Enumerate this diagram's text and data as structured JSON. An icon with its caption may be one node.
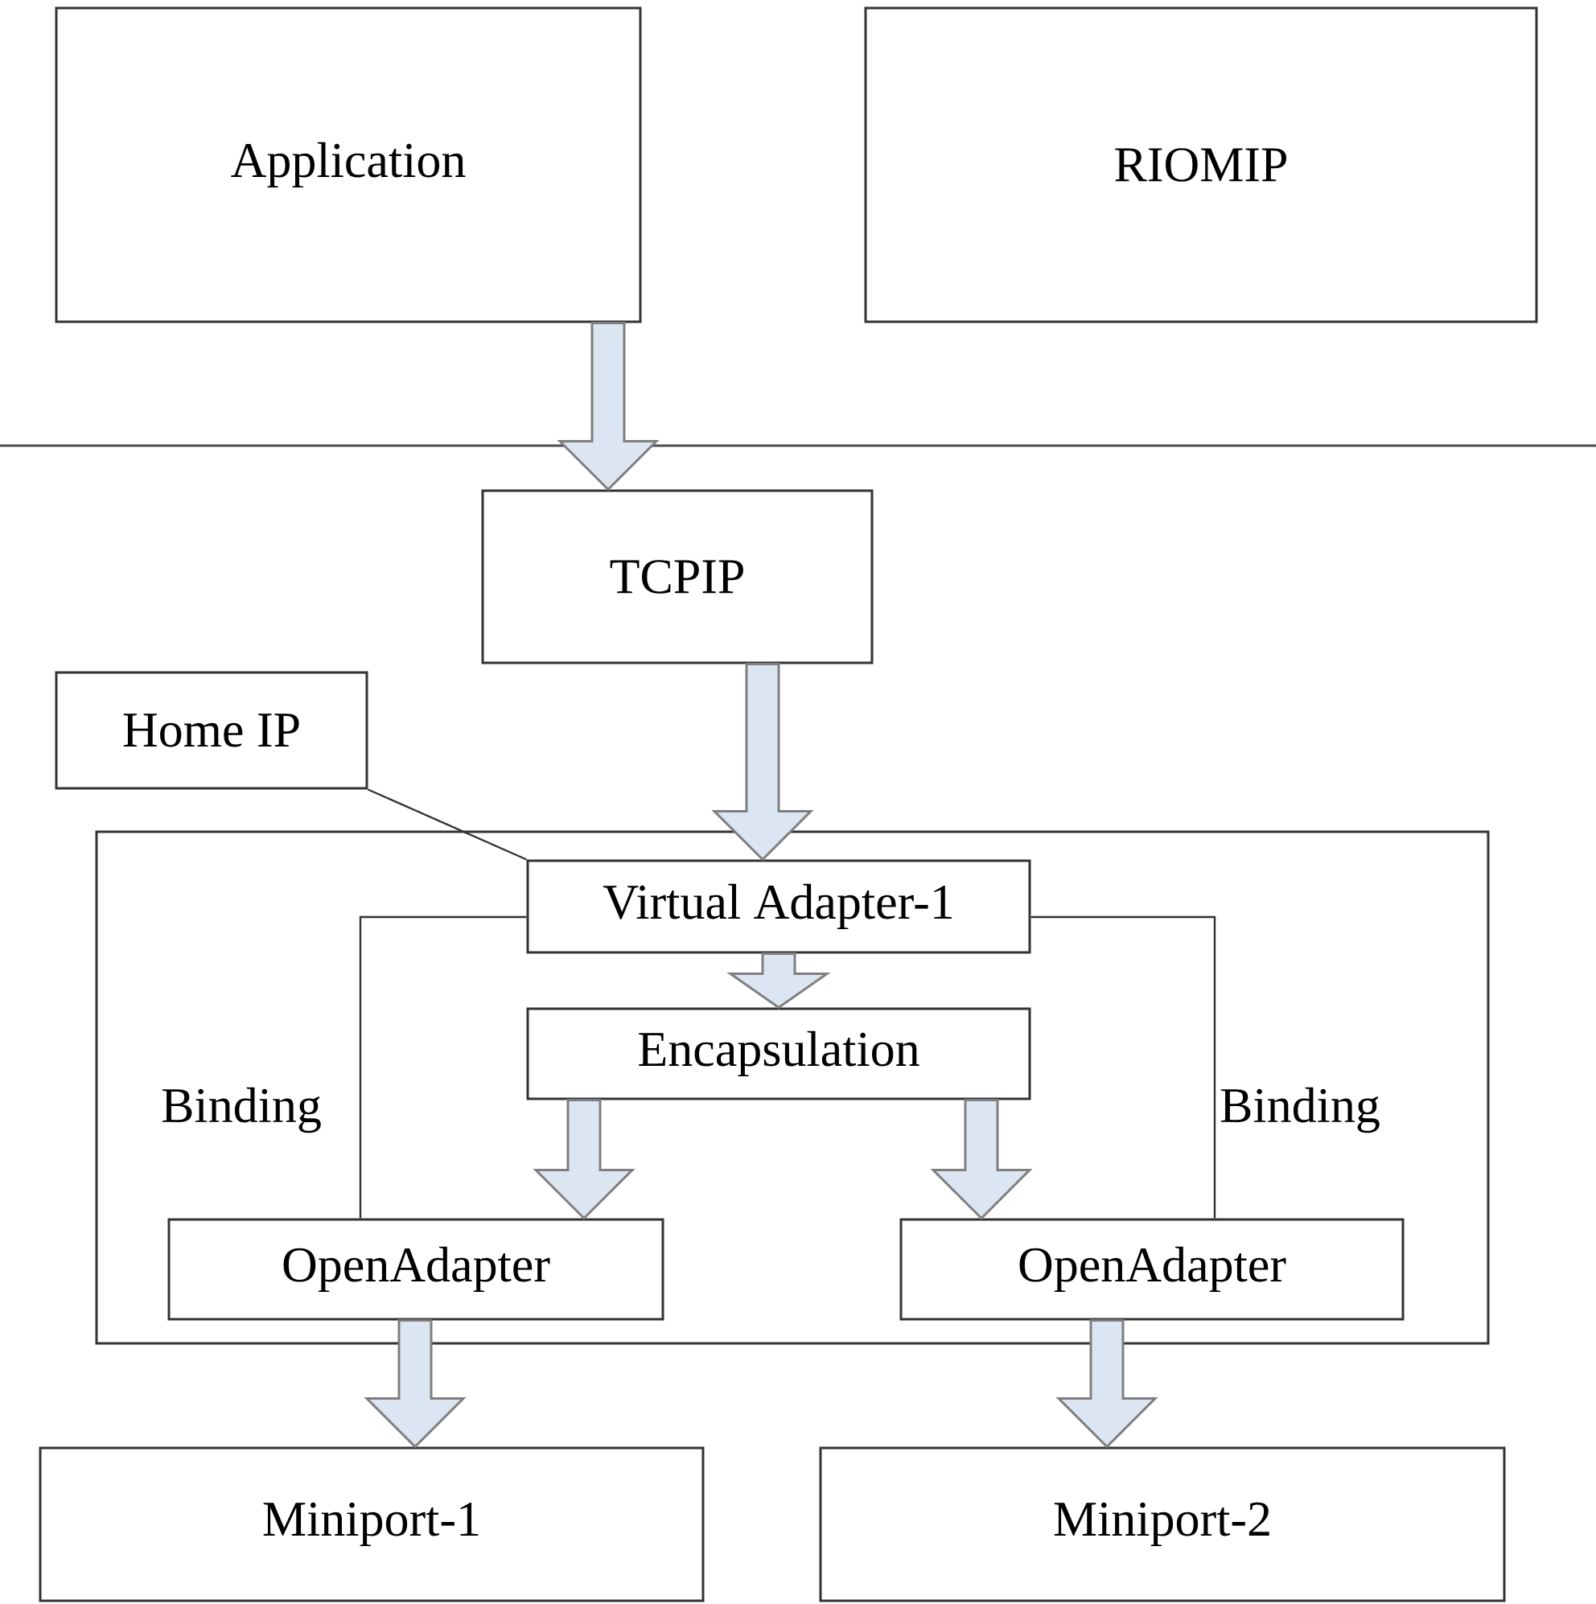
{
  "diagram": {
    "nodes": [
      {
        "text": [
          "Application"
        ]
      },
      {
        "text": [
          "RIOMIP"
        ]
      },
      {
        "text": [
          "TCPIP"
        ]
      },
      {
        "text": [
          "Home IP"
        ]
      },
      {
        "text": [],
        "shape": "box"
      },
      {
        "text": [
          "Virtual Adapter-1"
        ],
        "in": 4
      },
      {
        "text": [
          "Encapsulation"
        ],
        "in": 4
      },
      {
        "text": [
          "OpenAdapter"
        ],
        "in": 4
      },
      {
        "text": [
          "OpenAdapter"
        ],
        "in": 4
      },
      {
        "text": [
          "Miniport-1"
        ]
      },
      {
        "text": [
          "Miniport-2"
        ]
      }
    ],
    "edges": [
      {
        "from": 0,
        "to": 2,
        "arrow": "to"
      },
      {
        "from": 2,
        "to": 5,
        "arrow": "to"
      },
      {
        "from": 5,
        "to": 6,
        "arrow": "to"
      },
      {
        "from": 6,
        "to": 7,
        "arrow": "to"
      },
      {
        "from": 6,
        "to": 8,
        "arrow": "to"
      },
      {
        "from": 7,
        "to": 9,
        "arrow": "to"
      },
      {
        "from": 8,
        "to": 10,
        "arrow": "to"
      },
      {
        "from": 3,
        "to": 5,
        "arrow": "none"
      },
      {
        "from": 5,
        "to": 7,
        "arrow": "none",
        "label": "Binding"
      },
      {
        "from": 5,
        "to": 8,
        "arrow": "none",
        "label": "Binding"
      }
    ]
  }
}
